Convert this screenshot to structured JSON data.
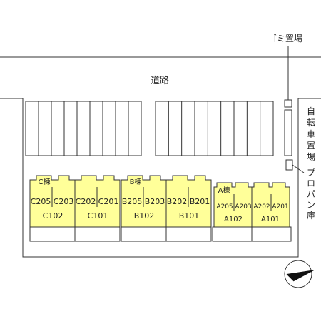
{
  "labels": {
    "road": "道路",
    "trash": "ゴミ置場",
    "bicycle": [
      "自",
      "転",
      "車",
      "置",
      "場"
    ],
    "propane": [
      "プ",
      "ロ",
      "パ",
      "ン",
      "庫"
    ]
  },
  "buildings": [
    {
      "name": "C棟",
      "units_top": [
        "C205",
        "C203",
        "C202",
        "C201"
      ],
      "units_bottom": [
        "C102",
        "C101"
      ]
    },
    {
      "name": "B棟",
      "units_top": [
        "B205",
        "B203",
        "B202",
        "B201"
      ],
      "units_bottom": [
        "B102",
        "B101"
      ]
    },
    {
      "name": "A棟",
      "units_top": [
        "A205",
        "A203",
        "A202",
        "A201"
      ],
      "units_bottom": [
        "A102",
        "A101"
      ]
    }
  ],
  "colors": {
    "building_fill": "#ffff99",
    "line": "#333333",
    "background": "#ffffff"
  },
  "icons": {
    "compass": "north-arrow-icon"
  }
}
